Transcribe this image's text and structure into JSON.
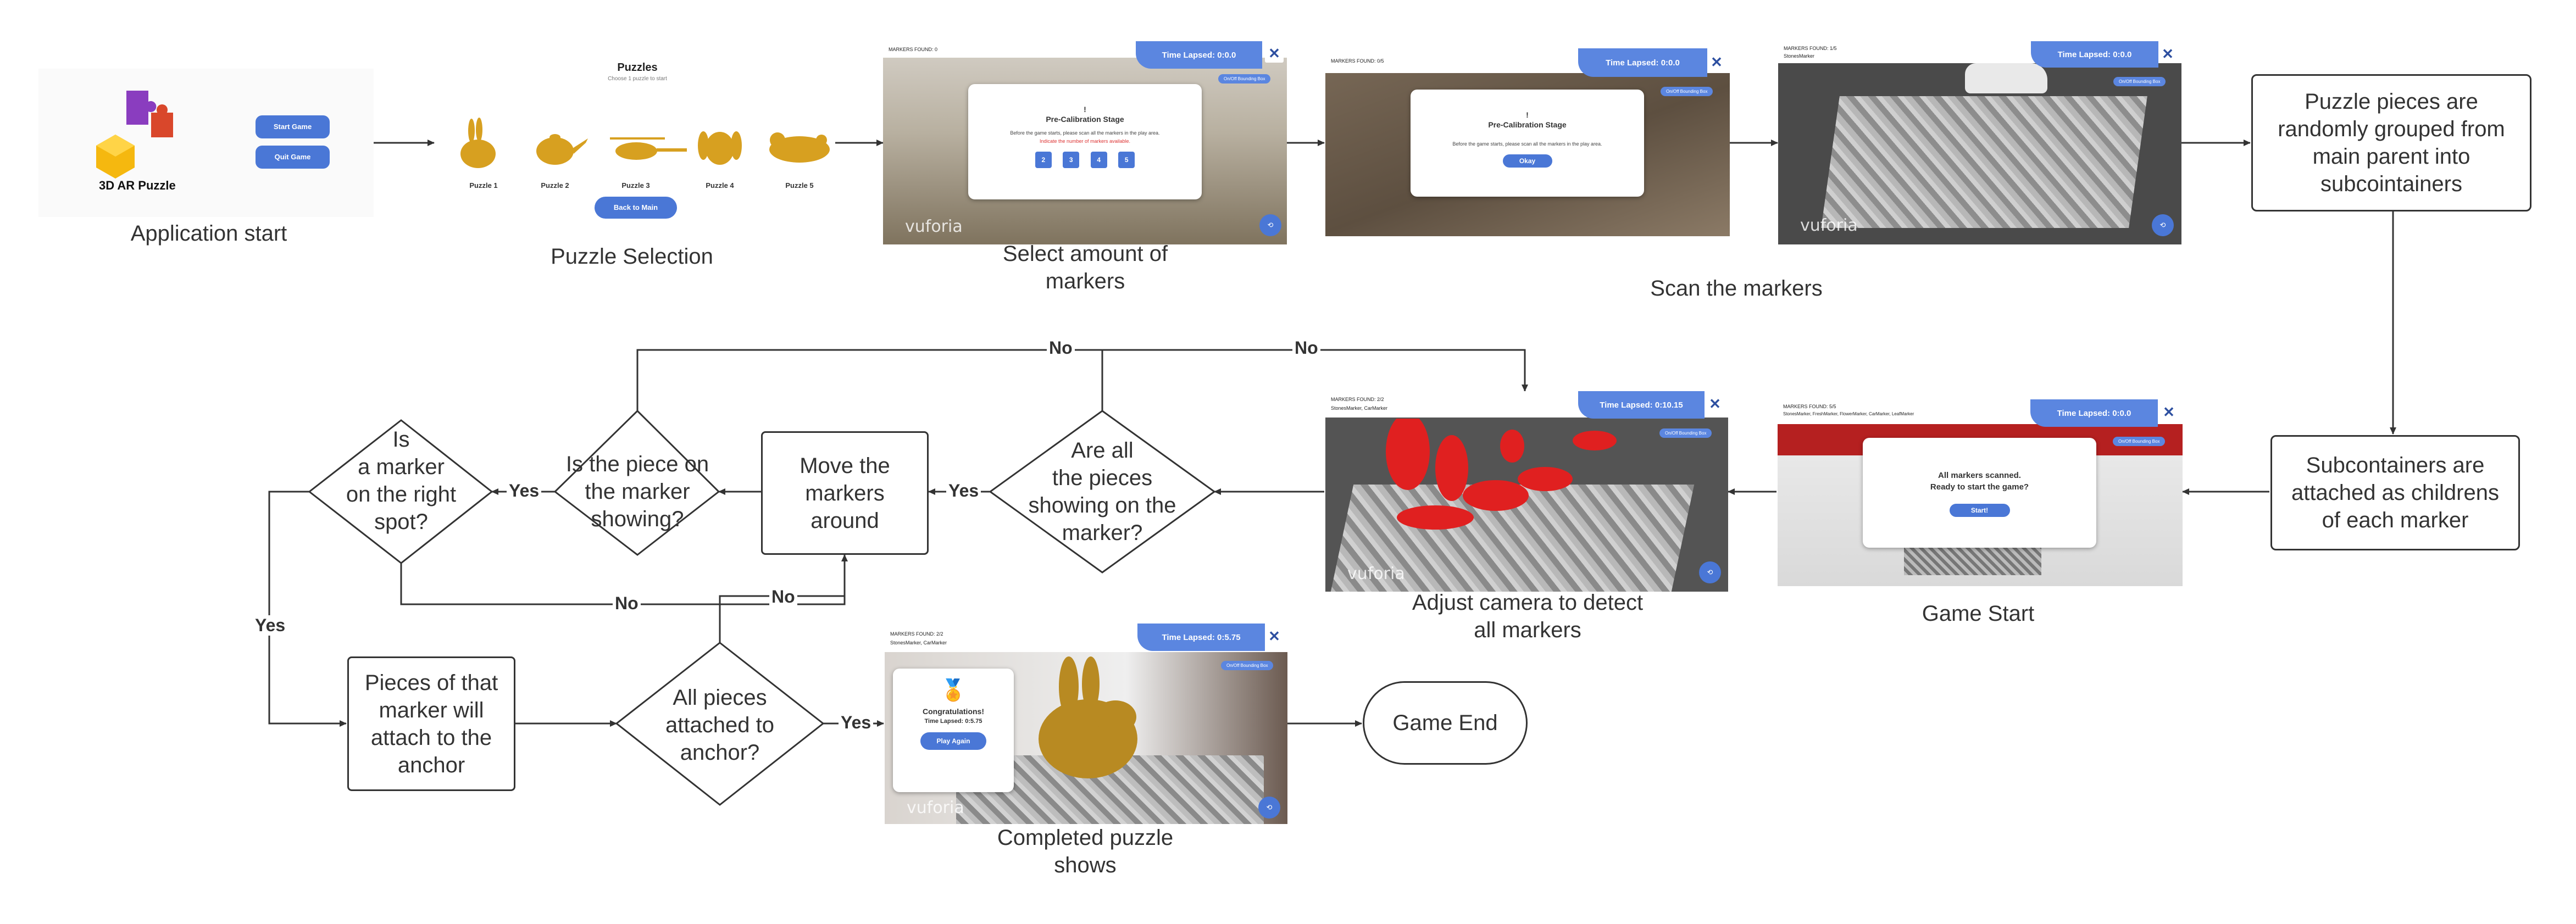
{
  "captions": {
    "app_start": "Application start",
    "puzzle_selection": "Puzzle Selection",
    "select_markers_1": "Select amount of",
    "select_markers_2": "markers",
    "scan": "Scan the markers",
    "adjust_1": "Adjust camera to detect",
    "adjust_2": "all markers",
    "game_start": "Game Start",
    "completed_1": "Completed puzzle",
    "completed_2": "shows"
  },
  "nodes": {
    "grouped": [
      "Puzzle pieces are",
      "randomly grouped from",
      "main parent into",
      "subcointainers"
    ],
    "attached": [
      "Subcontainers are",
      "attached as childrens",
      "of each marker"
    ],
    "move": [
      "Move the",
      "markers",
      "around"
    ],
    "pieces_attach": [
      "Pieces of that",
      "marker will",
      "attach to the",
      "anchor"
    ],
    "game_end": "Game End"
  },
  "decisions": {
    "all_pieces": [
      "Are all",
      "the pieces",
      "showing on the",
      "marker?"
    ],
    "piece_on_marker": [
      "Is the piece on",
      "the marker",
      "showing?"
    ],
    "right_spot": [
      "Is",
      "a marker",
      "on the right",
      "spot?"
    ],
    "anchor": [
      "All pieces",
      "attached to",
      "anchor?"
    ]
  },
  "edge_labels": {
    "no": "No",
    "yes": "Yes"
  },
  "app_screen": {
    "logo_title": "3D AR Puzzle",
    "start_button": "Start Game",
    "quit_button": "Quit Game"
  },
  "puzzle_screen": {
    "title": "Puzzles",
    "subtitle": "Choose 1 puzzle to start",
    "puzzles": [
      "Puzzle 1",
      "Puzzle 2",
      "Puzzle 3",
      "Puzzle 4",
      "Puzzle 5"
    ],
    "back_button": "Back to Main"
  },
  "shot_markers": {
    "found": "MARKERS FOUND: 0",
    "time": "Time Lapsed: 0:0.0",
    "toggle": "On/Off Bounding Box",
    "modal_title": "Pre-Calibration Stage",
    "modal_text": "Before the game starts, please scan all the markers in the play area.",
    "modal_red": "Indicate the number of markers available.",
    "choices": [
      "2",
      "3",
      "4",
      "5"
    ],
    "watermark": "vuforia"
  },
  "shot_scan1": {
    "found": "MARKERS FOUND: 0/5",
    "time": "Time Lapsed: 0:0.0",
    "toggle": "On/Off Bounding Box",
    "modal_title": "Pre-Calibration Stage",
    "modal_text": "Before the game starts, please scan all the markers in the play area.",
    "okay": "Okay"
  },
  "shot_scan2": {
    "found": "MARKERS FOUND: 1/5",
    "marker": "StonesMarker",
    "time": "Time Lapsed: 0:0.0",
    "toggle": "On/Off Bounding Box",
    "watermark": "vuforia"
  },
  "shot_adjust": {
    "found": "MARKERS FOUND: 2/2",
    "marker": "StonesMarker, CarMarker",
    "time": "Time Lapsed: 0:10.15",
    "toggle": "On/Off Bounding Box",
    "watermark": "vuforia"
  },
  "shot_gamestart": {
    "found": "MARKERS FOUND: 5/5",
    "marker": "StonesMarker, FreshMarker, FlowerMarker, CarMarker, LeafMarker",
    "time": "Time Lapsed: 0:0.0",
    "toggle": "On/Off Bounding Box",
    "modal_line1": "All markers scanned.",
    "modal_line2": "Ready to start the game?",
    "start": "Start!"
  },
  "shot_completed": {
    "found": "MARKERS FOUND: 2/2",
    "marker": "StonesMarker, CarMarker",
    "time": "Time Lapsed: 0:5.75",
    "toggle": "On/Off Bounding Box",
    "congrats": "Congratulations!",
    "time_text": "Time Lapsed: 0:5.75",
    "play_again": "Play Again",
    "watermark": "vuforia"
  },
  "colors": {
    "accent": "#4a77d6",
    "hud": "#5b86e0",
    "line": "#333333",
    "gold": "#d7a020"
  }
}
